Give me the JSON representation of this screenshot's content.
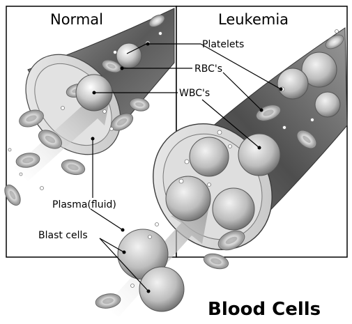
{
  "panels": {
    "left_title": "Normal",
    "right_title": "Leukemia"
  },
  "labels": {
    "platelets": "Platelets",
    "rbcs": "RBC's",
    "wbcs": "WBC's",
    "plasma": "Plasma(fluid)",
    "blast_cells": "Blast cells"
  },
  "title": "Blood Cells",
  "colors": {
    "vessel_wall": "#6e6e6e",
    "vessel_inner": "#dcdcdc",
    "rbc": "#d0d0d0",
    "blast_cell": "#c4c4c4",
    "text": "#000000"
  }
}
